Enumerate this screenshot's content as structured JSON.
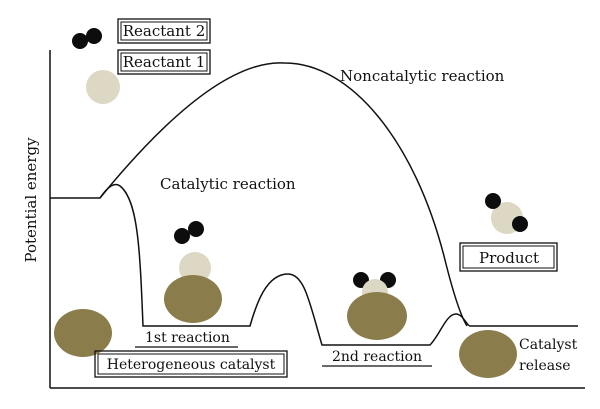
{
  "axis": {
    "ylabel": "Potential energy"
  },
  "labels": {
    "reactant2": "Reactant 2",
    "reactant1": "Reactant 1",
    "noncatalytic": "Noncatalytic reaction",
    "catalytic": "Catalytic reaction",
    "product": "Product",
    "first_reaction": "1st reaction",
    "heterogeneous_catalyst": "Heterogeneous catalyst",
    "second_reaction": "2nd reaction",
    "catalyst_release_line1": "Catalyst",
    "catalyst_release_line2": "release"
  },
  "colors": {
    "catalyst": "#8b7d4b",
    "reactant1": "#ddd8c4",
    "reactant2": "#0d0d0d",
    "curve": "#111111"
  }
}
